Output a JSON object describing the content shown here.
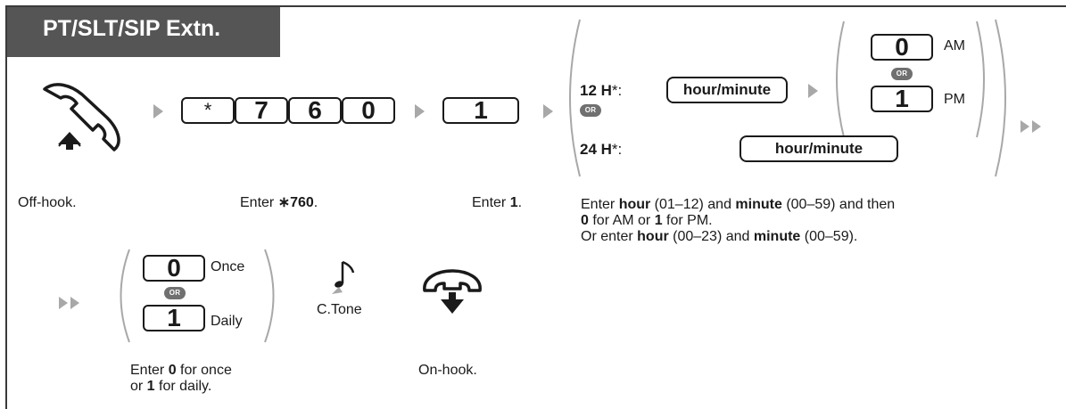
{
  "header": {
    "title": "PT/SLT/SIP Extn."
  },
  "icons": {
    "off_hook": "off-hook-handset-icon",
    "on_hook": "on-hook-handset-icon",
    "confirmation_tone": "music-note-icon"
  },
  "colors": {
    "header_bg": "#555555",
    "arrow": "#a8a8a8",
    "or_badge": "#707070",
    "text": "#1a1a1a"
  },
  "steps": {
    "off_hook": {
      "caption": "Off-hook."
    },
    "feature_code": {
      "keys": [
        "*",
        "7",
        "6",
        "0"
      ],
      "caption_prefix": "Enter ",
      "caption_star": "∗",
      "caption_code": "760",
      "caption_suffix": "."
    },
    "one": {
      "key": "1",
      "caption_prefix": "Enter ",
      "caption_bold": "1",
      "caption_suffix": "."
    },
    "time": {
      "label_12h": "12 H",
      "label_12h_suffix": "*:",
      "key_hour_minute": "hour/minute",
      "key_am": "0",
      "label_am": "AM",
      "key_pm": "1",
      "label_pm": "PM",
      "or": "OR",
      "label_24h": "24 H",
      "label_24h_suffix": "*:",
      "key_hour_minute_24": "hour/minute",
      "desc_line1_a": "Enter ",
      "desc_line1_b": "hour",
      "desc_line1_c": " (01–12) and ",
      "desc_line1_d": "minute",
      "desc_line1_e": " (00–59) and then",
      "desc_line2_a": "0",
      "desc_line2_b": " for AM or ",
      "desc_line2_c": "1",
      "desc_line2_d": " for PM.",
      "desc_line3_a": "Or enter ",
      "desc_line3_b": "hour",
      "desc_line3_c": " (00–23) and ",
      "desc_line3_d": "minute",
      "desc_line3_e": " (00–59)."
    },
    "repeat": {
      "key_once": "0",
      "label_once": "Once",
      "or": "OR",
      "key_daily": "1",
      "label_daily": "Daily",
      "caption_line1_a": "Enter ",
      "caption_line1_b": "0",
      "caption_line1_c": " for once",
      "caption_line2_a": "or ",
      "caption_line2_b": "1",
      "caption_line2_c": " for daily."
    },
    "c_tone": {
      "label": "C.Tone"
    },
    "on_hook": {
      "caption": "On-hook."
    }
  }
}
